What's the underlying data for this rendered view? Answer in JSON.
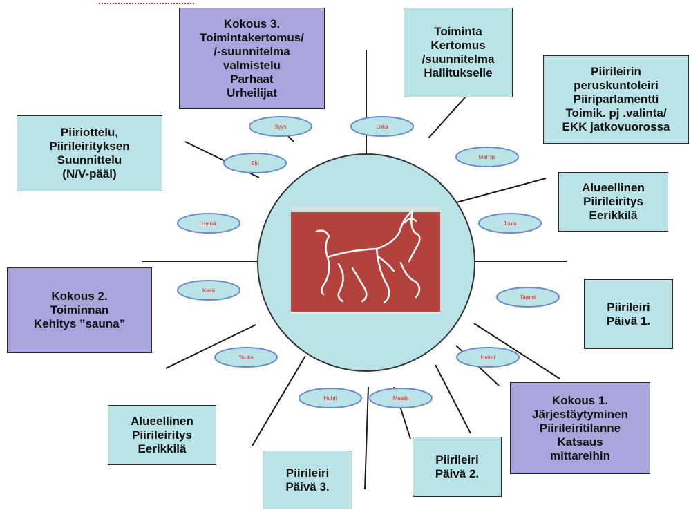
{
  "colors": {
    "teal_box": "#b9e3e6",
    "purple_box": "#aaa5dd",
    "circle_fill": "#b9e3e6",
    "logo_bg": "#b3423c",
    "month_label": "#e0201b"
  },
  "months": {
    "syys": "Syys",
    "loka": "Loka",
    "marras": "Marras",
    "elo": "Elo",
    "joulu": "Joulu",
    "heina": "Heinä",
    "kesa": "Kesä",
    "tammi": "Tammi",
    "touko": "Touko",
    "helmi": "Helmi",
    "huhti": "Huhti",
    "maalis": "Maalis"
  },
  "boxes": {
    "kokous3": "Kokous 3.\nToimintakertomus/\n/-suunnitelma\nvalmistelu\nParhaat\nUrheilijat",
    "toiminta_kertomus": "Toiminta\nKertomus\n/suunnitelma\nHallitukselle",
    "piirileirin_peruskunto": "Piirileirin\nperuskuntoleiri\nPiiriparlamentti\nToimik. pj .valinta/\nEKK jatkovuorossa",
    "piiriottelu": "Piiriottelu,\nPiirileirityksen\nSuunnittelu\n(N/V-pääl)",
    "alueellinen_right": "Alueellinen\nPiirileiritys\nEerikkilä",
    "kokous2": "Kokous 2.\nToiminnan\nKehitys ”sauna”",
    "piirileiri_paiva1": "Piirileiri\nPäivä 1.",
    "kokous1": "Kokous 1.\nJärjestäytyminen\nPiirileiritilanne\nKatsaus\nmittareihin",
    "alueellinen_left": "Alueellinen\nPiirileiritys\nEerikkilä",
    "piirileiri_paiva2": "Piirileiri\nPäivä 2.",
    "piirileiri_paiva3": "Piirileiri\nPäivä 3."
  }
}
